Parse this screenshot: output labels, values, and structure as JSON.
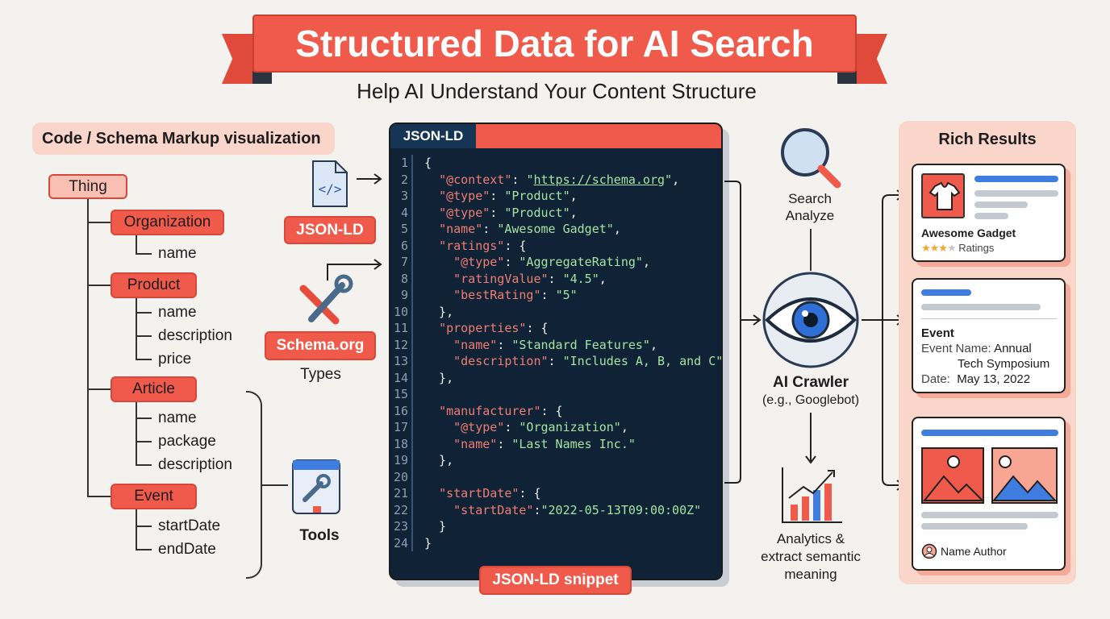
{
  "header": {
    "title": "Structured Data for AI Search",
    "subtitle": "Help AI Understand Your Content Structure"
  },
  "left": {
    "section_label": "Code / Schema Markup visualization",
    "root": "Thing",
    "groups": [
      {
        "label": "Organization",
        "props": [
          "name"
        ]
      },
      {
        "label": "Product",
        "props": [
          "name",
          "description",
          "price"
        ]
      },
      {
        "label": "Article",
        "props": [
          "name",
          "package",
          "description"
        ]
      },
      {
        "label": "Event",
        "props": [
          "startDate",
          "endDate"
        ]
      }
    ]
  },
  "inputs": {
    "jsonld_label": "JSON-LD",
    "schema_label": "Schema.org",
    "types_label": "Types",
    "tools_label": "Tools"
  },
  "code": {
    "tab": "JSON-LD",
    "snippet_label": "JSON-LD snippet",
    "lines": [
      "{",
      "  \"@context\": \"https://schema.org\",",
      "  \"@type\": \"Product\",",
      "  \"@type\": \"Product\",",
      "  \"name\": \"Awesome Gadget\",",
      "  \"ratings\": {",
      "    \"@type\": \"AggregateRating\",",
      "    \"ratingValue\": \"4.5\",",
      "    \"bestRating\": \"5\"",
      "  },",
      "  \"properties\": {",
      "    \"name\": \"Standard Features\",",
      "    \"description\": \"Includes A, B, and C\"",
      "  },",
      "",
      "  \"manufacturer\": {",
      "    \"@type\": \"Organization\",",
      "    \"name\": \"Last Names Inc.\"",
      "  },",
      "",
      "  \"startDate\": {",
      "    \"startDate\":\"2022-05-13T09:00:00Z\"",
      "  }",
      "}"
    ]
  },
  "crawler": {
    "search": "Search",
    "analyze": "Analyze",
    "title": "AI Crawler",
    "subtitle": "(e.g., Googlebot)",
    "analytics": [
      "Analytics &",
      "extract semantic",
      "meaning"
    ]
  },
  "rich": {
    "title": "Rich Results",
    "product": {
      "name": "Awesome Gadget",
      "ratings": "Ratings",
      "rating": 3.5
    },
    "event": {
      "title": "Event",
      "name_label": "Event Name:",
      "name_value1": "Annual",
      "name_value2": "Tech Symposium",
      "date_label": "Date:",
      "date_value": "May 13, 2022"
    },
    "article": {
      "author": "Name Author"
    }
  },
  "colors": {
    "accent": "#ef5a4b",
    "code_bg": "#0f2236",
    "link_blue": "#3f7de0"
  }
}
